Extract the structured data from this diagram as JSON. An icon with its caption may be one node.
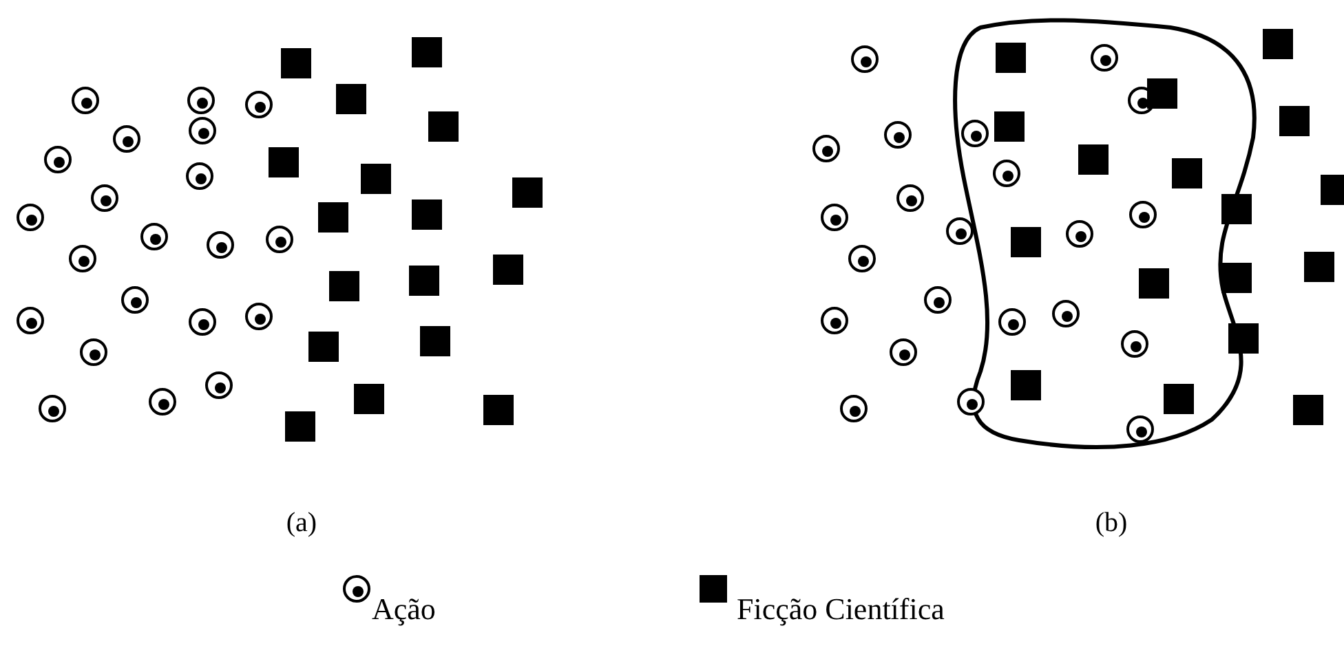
{
  "diagram": {
    "labels": [
      "(a)",
      "(b)"
    ],
    "legend": [
      {
        "text": "Ação"
      },
      {
        "text": "Ficção Científica"
      }
    ]
  }
}
